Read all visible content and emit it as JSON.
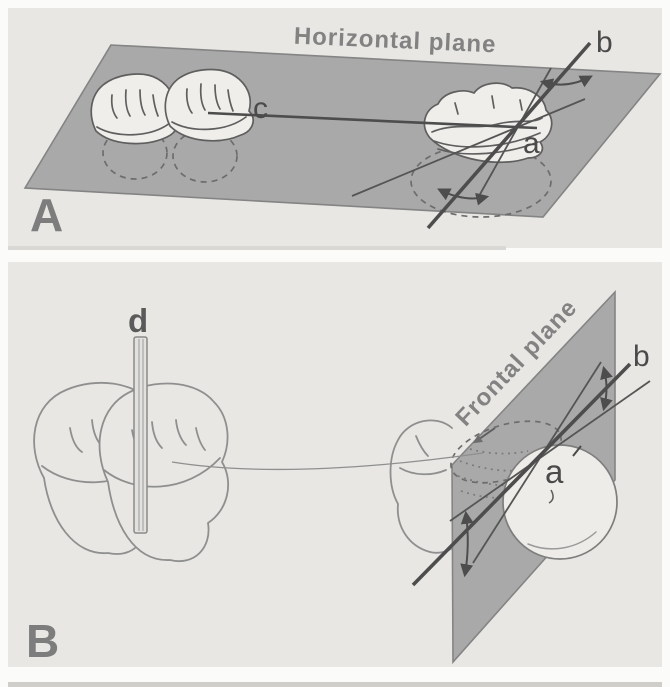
{
  "figure": {
    "panel_a": {
      "letter": "A",
      "plane_label": "Horizontal plane",
      "labels": {
        "a": "a",
        "b": "b",
        "c": "c"
      }
    },
    "panel_b": {
      "letter": "B",
      "plane_label": "Frontal plane",
      "labels": {
        "a": "a",
        "b": "b",
        "d": "d"
      }
    },
    "colors": {
      "panel_background": "#e8e7e4",
      "plane_fill": "#a9a9a9",
      "line": "#4d4d4d",
      "point_label": "#4a4a4a",
      "plane_label_text": "#828282",
      "panel_letter": "#7d7d7d",
      "tooth_fill": "#efeeea",
      "tooth_outline": "#5f5f5f",
      "tooth_outline_light": "#8f8f8f"
    }
  }
}
